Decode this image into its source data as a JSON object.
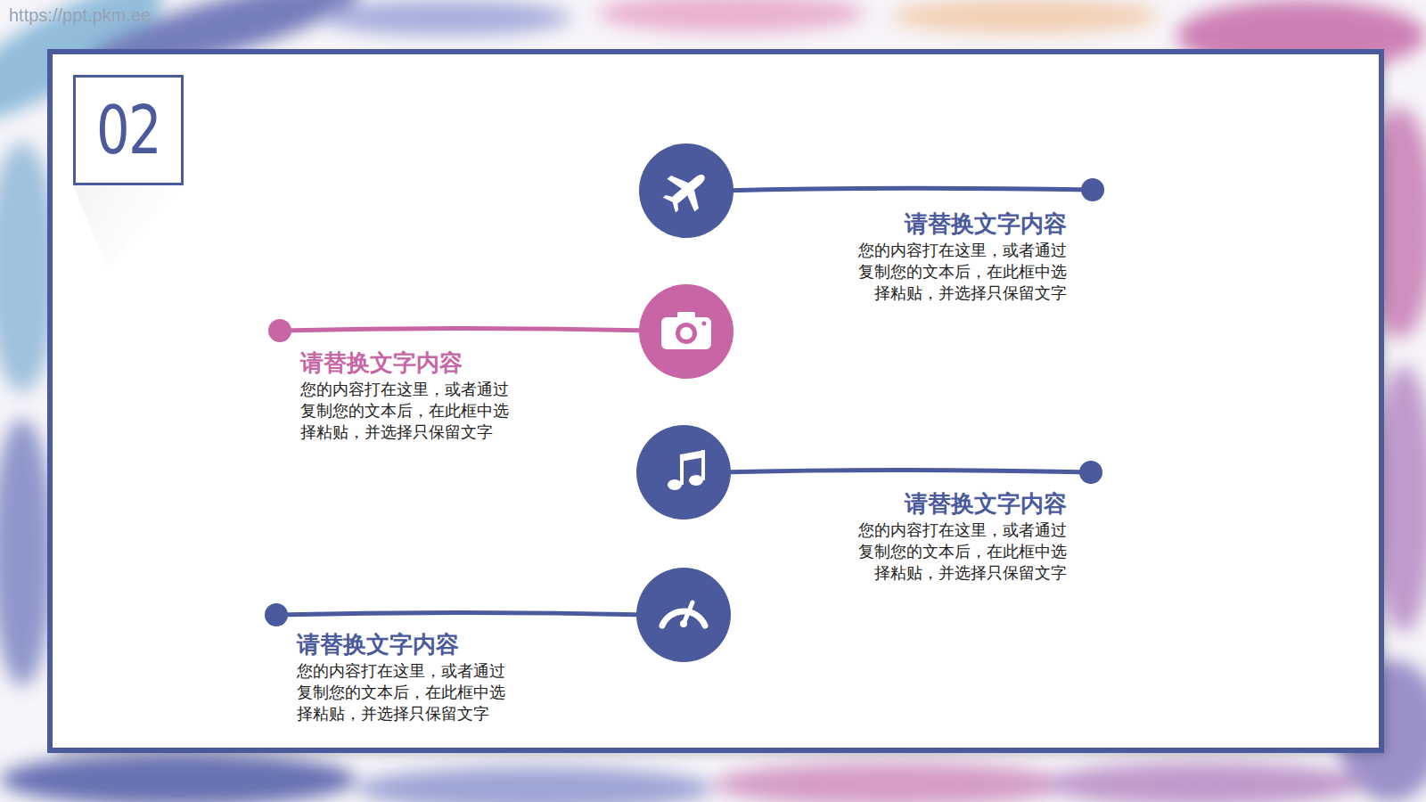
{
  "diagram": {
    "nodes": [
      {
        "text": [
          "02"
        ]
      },
      {
        "text": [
          "请替换文字内容",
          "您的内容打在这里，或者通过复制您的文本后，在此框中选择粘贴，并选择只保留文字"
        ]
      },
      {
        "text": [
          "请替换文字内容",
          "您的内容打在这里，或者通过复制您的文本后，在此框中选择粘贴，并选择只保留文字"
        ]
      },
      {
        "text": [
          "请替换文字内容",
          "您的内容打在这里，或者通过复制您的文本后，在此框中选择粘贴，并选择只保留文字"
        ]
      },
      {
        "text": [
          "请替换文字内容",
          "您的内容打在这里，或者通过复制您的文本后，在此框中选择粘贴，并选择只保留文字"
        ]
      }
    ],
    "labels": [
      "https://ppt.pkm.ee"
    ]
  }
}
